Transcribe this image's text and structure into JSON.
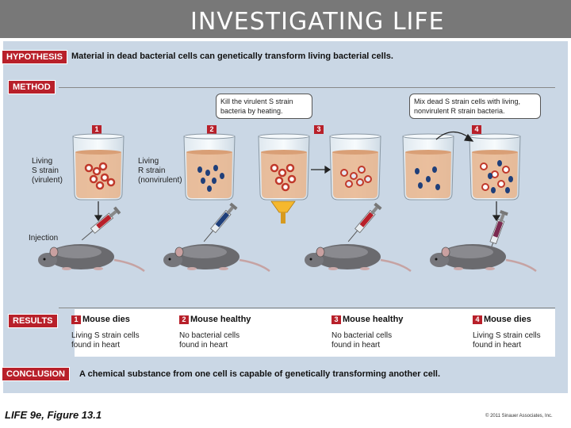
{
  "header": {
    "title": "INVESTIGATING LIFE"
  },
  "hypothesis": {
    "tag": "HYPOTHESIS",
    "text": "Material in dead bacterial cells can genetically transform living bacterial cells."
  },
  "method": {
    "tag": "METHOD",
    "bubble1": "Kill the virulent S strain bacteria by heating.",
    "bubble2": "Mix dead S strain cells with living, nonvirulent R strain bacteria.",
    "steps": [
      "1",
      "2",
      "3",
      "4"
    ],
    "label_s": [
      "Living",
      "S strain",
      "(virulent)"
    ],
    "label_r": [
      "Living",
      "R strain",
      "(nonvirulent)"
    ],
    "injection": "Injection"
  },
  "results": {
    "tag": "RESULTS",
    "items": [
      {
        "num": "1",
        "title": "Mouse dies",
        "line1": "Living S strain cells",
        "line2": "found in heart"
      },
      {
        "num": "2",
        "title": "Mouse healthy",
        "line1": "No bacterial cells",
        "line2": "found in heart"
      },
      {
        "num": "3",
        "title": "Mouse healthy",
        "line1": "No bacterial cells",
        "line2": "found in heart"
      },
      {
        "num": "4",
        "title": "Mouse dies",
        "line1": "Living S strain cells",
        "line2": "found in heart"
      }
    ]
  },
  "conclusion": {
    "tag": "CONCLUSION",
    "text": "A chemical substance from one cell is capable of genetically transforming another cell."
  },
  "footer": {
    "left": "LIFE 9e, Figure 13.1",
    "right": "© 2011 Sinauer Associates, Inc."
  },
  "colors": {
    "tag": "#b8202a",
    "panel": "#cad7e5",
    "header": "#787878",
    "s_cell": "#c0392b",
    "r_cell": "#1f3f7a",
    "liquid": "#e8b48c"
  }
}
